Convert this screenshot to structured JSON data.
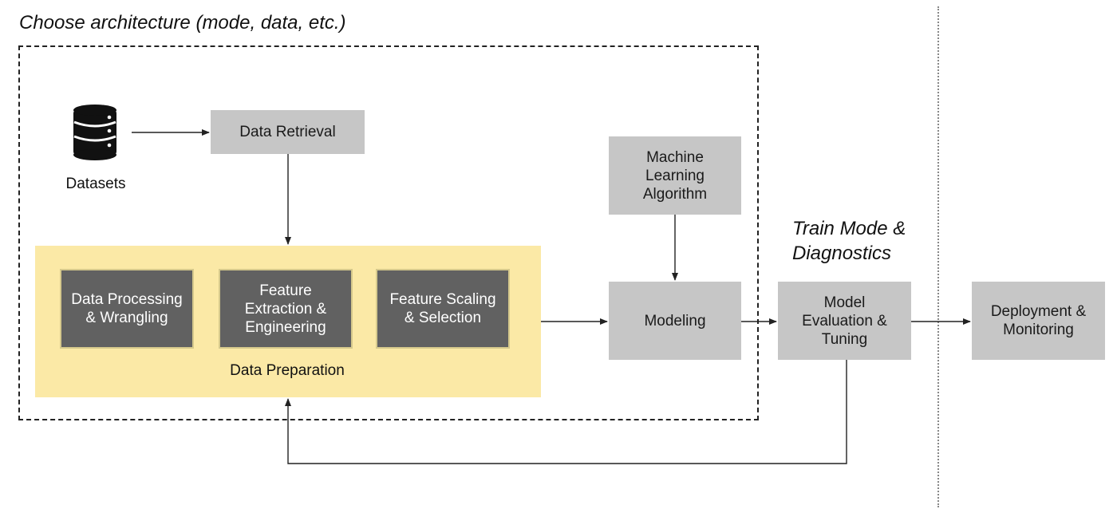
{
  "headers": {
    "architecture": "Choose architecture (mode, data, etc.)",
    "train": "Train Mode &\nDiagnostics"
  },
  "datasets": {
    "label": "Datasets",
    "icon": "database-icon"
  },
  "nodes": {
    "data_retrieval": "Data Retrieval",
    "data_processing": "Data Processing\n& Wrangling",
    "feature_extraction": "Feature\nExtraction &\nEngineering",
    "feature_scaling": "Feature Scaling\n& Selection",
    "data_preparation": "Data Preparation",
    "ml_algorithm": "Machine\nLearning\nAlgorithm",
    "modeling": "Modeling",
    "model_evaluation": "Model\nEvaluation &\nTuning",
    "deployment": "Deployment &\nMonitoring"
  },
  "colors": {
    "light_box": "#c6c6c6",
    "dark_box": "#616161",
    "preparation_area": "#fbe9a6",
    "lines": "#222222"
  }
}
